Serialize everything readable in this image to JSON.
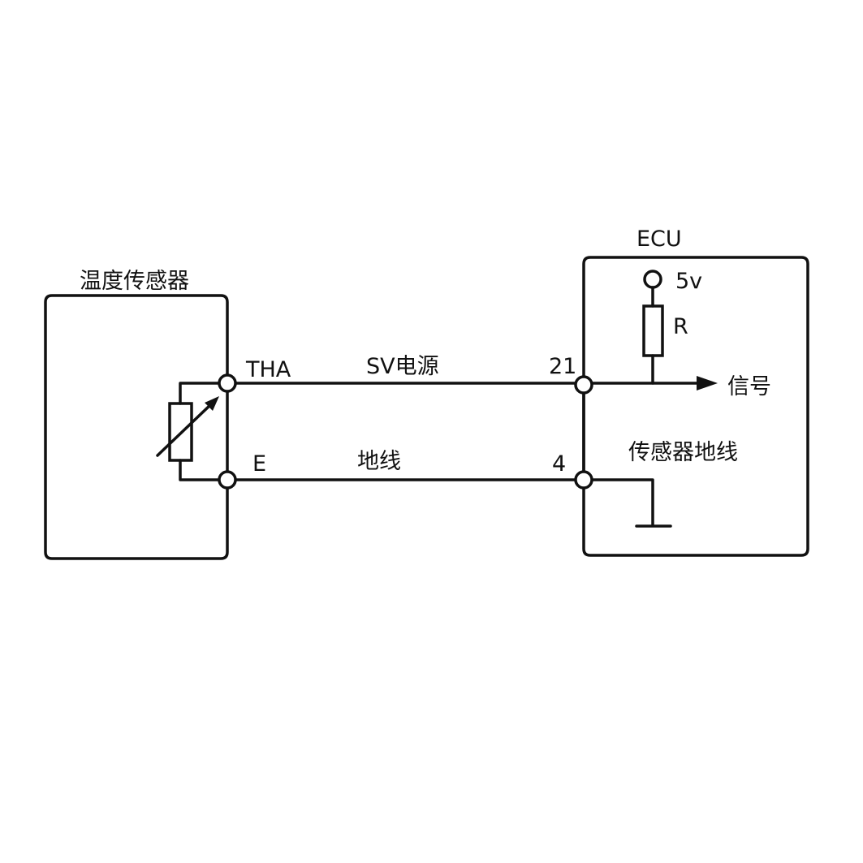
{
  "sensor": {
    "title": "温度传感器"
  },
  "ecu": {
    "title": "ECU"
  },
  "pins": {
    "tha": "THA",
    "e": "E",
    "p21": "21",
    "p4": "4"
  },
  "wires": {
    "power": "SV电源",
    "ground": "地线"
  },
  "ecu_internal": {
    "supply": "5v",
    "resistor": "R",
    "signal": "信号",
    "sensor_ground": "传感器地线"
  }
}
